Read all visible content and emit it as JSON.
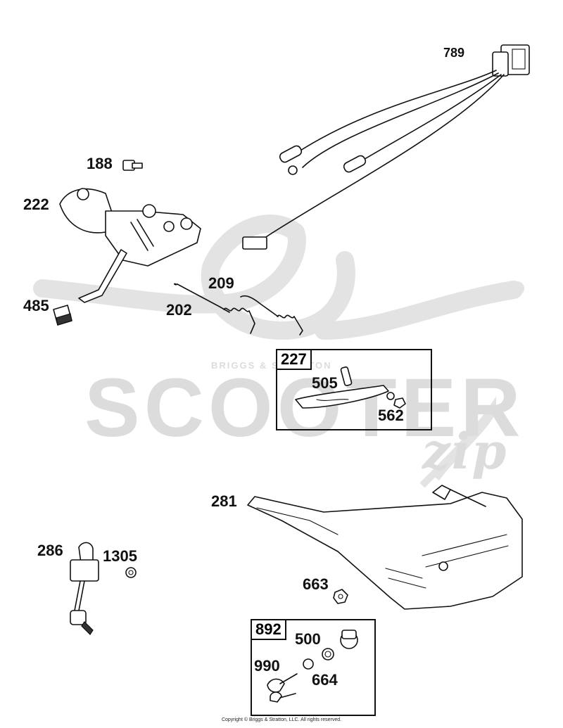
{
  "watermark": {
    "brand_small": "BRIGGS & STRATTON",
    "brand_large": "SCOOTER",
    "brand_script": "zip"
  },
  "parts": [
    {
      "id": "p789",
      "label": "789"
    },
    {
      "id": "p188",
      "label": "188"
    },
    {
      "id": "p222",
      "label": "222"
    },
    {
      "id": "p209",
      "label": "209"
    },
    {
      "id": "p485",
      "label": "485"
    },
    {
      "id": "p202",
      "label": "202"
    },
    {
      "id": "p505",
      "label": "505"
    },
    {
      "id": "p562",
      "label": "562"
    },
    {
      "id": "p281",
      "label": "281"
    },
    {
      "id": "p286",
      "label": "286"
    },
    {
      "id": "p1305",
      "label": "1305"
    },
    {
      "id": "p663",
      "label": "663"
    },
    {
      "id": "p500",
      "label": "500"
    },
    {
      "id": "p990",
      "label": "990"
    },
    {
      "id": "p664",
      "label": "664"
    }
  ],
  "kits": [
    {
      "id": "k227",
      "label": "227"
    },
    {
      "id": "k892",
      "label": "892"
    }
  ],
  "footer": {
    "copyright": "Copyright © Briggs & Stratton, LLC. All rights reserved."
  }
}
